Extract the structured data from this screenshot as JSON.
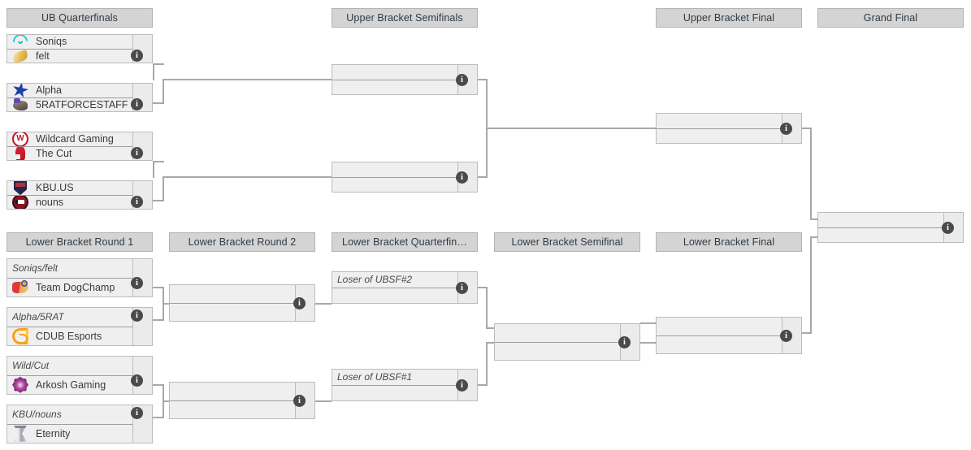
{
  "rounds": [
    {
      "id": "ub-quarterfinals",
      "label": "UB Quarterfinals"
    },
    {
      "id": "ub-semifinals",
      "label": "Upper Bracket Semifinals"
    },
    {
      "id": "ub-final",
      "label": "Upper Bracket Final"
    },
    {
      "id": "grand-final",
      "label": "Grand Final"
    },
    {
      "id": "lb-round-1",
      "label": "Lower Bracket Round 1"
    },
    {
      "id": "lb-round-2",
      "label": "Lower Bracket Round 2"
    },
    {
      "id": "lb-quarterfinals",
      "label": "Lower Bracket Quarterfin…"
    },
    {
      "id": "lb-semifinal",
      "label": "Lower Bracket Semifinal"
    },
    {
      "id": "lb-final",
      "label": "Lower Bracket Final"
    }
  ],
  "matches": {
    "ubqf1": {
      "top": {
        "name": "Soniqs",
        "logo": "soniqs",
        "score": ""
      },
      "bottom": {
        "name": "felt",
        "logo": "felt",
        "score": ""
      }
    },
    "ubqf2": {
      "top": {
        "name": "Alpha",
        "logo": "alpha",
        "score": ""
      },
      "bottom": {
        "name": "5RATFORCESTAFF",
        "logo": "5rat",
        "score": ""
      }
    },
    "ubqf3": {
      "top": {
        "name": "Wildcard Gaming",
        "logo": "wildcard",
        "score": ""
      },
      "bottom": {
        "name": "The Cut",
        "logo": "thecut",
        "score": ""
      }
    },
    "ubqf4": {
      "top": {
        "name": "KBU.US",
        "logo": "kbu",
        "score": ""
      },
      "bottom": {
        "name": "nouns",
        "logo": "nouns",
        "score": ""
      }
    },
    "ubsf1": {
      "top": {
        "name": "",
        "logo": "",
        "score": ""
      },
      "bottom": {
        "name": "",
        "logo": "",
        "score": ""
      }
    },
    "ubsf2": {
      "top": {
        "name": "",
        "logo": "",
        "score": ""
      },
      "bottom": {
        "name": "",
        "logo": "",
        "score": ""
      }
    },
    "ubf": {
      "top": {
        "name": "",
        "logo": "",
        "score": ""
      },
      "bottom": {
        "name": "",
        "logo": "",
        "score": ""
      }
    },
    "gf": {
      "top": {
        "name": "",
        "logo": "",
        "score": ""
      },
      "bottom": {
        "name": "",
        "logo": "",
        "score": ""
      }
    },
    "lbr1m1": {
      "top": {
        "name": "Soniqs/felt",
        "logo": "",
        "placeholder": true,
        "score": ""
      },
      "bottom": {
        "name": "Team DogChamp",
        "logo": "dogchamp",
        "score": ""
      }
    },
    "lbr1m2": {
      "top": {
        "name": "Alpha/5RAT",
        "logo": "",
        "placeholder": true,
        "score": ""
      },
      "bottom": {
        "name": "CDUB Esports",
        "logo": "cdub",
        "score": ""
      }
    },
    "lbr1m3": {
      "top": {
        "name": "Wild/Cut",
        "logo": "",
        "placeholder": true,
        "score": ""
      },
      "bottom": {
        "name": "Arkosh Gaming",
        "logo": "arkosh",
        "score": ""
      }
    },
    "lbr1m4": {
      "top": {
        "name": "KBU/nouns",
        "logo": "",
        "placeholder": true,
        "score": ""
      },
      "bottom": {
        "name": "Eternity",
        "logo": "eternity",
        "score": ""
      }
    },
    "lbr2m1": {
      "top": {
        "name": "",
        "logo": "",
        "score": ""
      },
      "bottom": {
        "name": "",
        "logo": "",
        "score": ""
      }
    },
    "lbr2m2": {
      "top": {
        "name": "",
        "logo": "",
        "score": ""
      },
      "bottom": {
        "name": "",
        "logo": "",
        "score": ""
      }
    },
    "lbqf1": {
      "top": {
        "name": "Loser of UBSF#2",
        "logo": "",
        "placeholder": true,
        "score": ""
      },
      "bottom": {
        "name": "",
        "logo": "",
        "score": ""
      }
    },
    "lbqf2": {
      "top": {
        "name": "Loser of UBSF#1",
        "logo": "",
        "placeholder": true,
        "score": ""
      },
      "bottom": {
        "name": "",
        "logo": "",
        "score": ""
      }
    },
    "lbsf": {
      "top": {
        "name": "",
        "logo": "",
        "score": ""
      },
      "bottom": {
        "name": "",
        "logo": "",
        "score": ""
      }
    },
    "lbf": {
      "top": {
        "name": "",
        "logo": "",
        "score": ""
      },
      "bottom": {
        "name": "",
        "logo": "",
        "score": ""
      }
    }
  },
  "info_icon_label": "i",
  "colors": {
    "header_bg": "#d4d4d4",
    "header_border": "#b3b3b3",
    "match_bg": "#efefef",
    "match_border": "#bcbcbc",
    "connector": "#a8a8a8",
    "badge_bg": "#4a4a4a",
    "text": "#333b42"
  }
}
